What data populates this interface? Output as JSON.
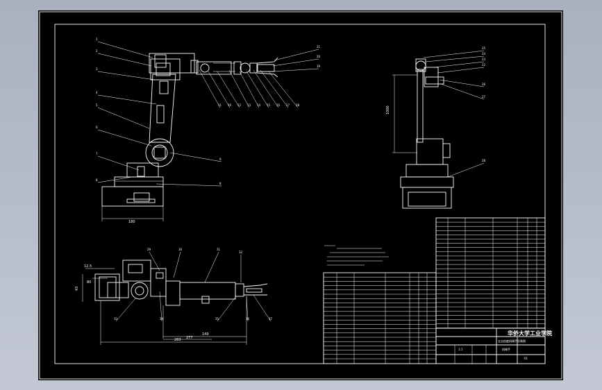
{
  "dimensions": {
    "front_base_width": "180",
    "side_height": "1000",
    "top_height": "12.5",
    "top_width": "43",
    "top_short": "80",
    "top_mid": "277",
    "top_long": "149",
    "top_total": "283"
  },
  "balloons": {
    "front_left": [
      "1",
      "2",
      "3",
      "4",
      "5",
      "6",
      "7",
      "8"
    ],
    "front_bottom": [
      "11",
      "10",
      "12",
      "13",
      "14",
      "15",
      "16",
      "17",
      "18"
    ],
    "front_right": [
      "21",
      "20",
      "19",
      "9"
    ],
    "side_right": [
      "25",
      "24",
      "23",
      "22",
      "26",
      "27",
      "28"
    ],
    "top_upper": [
      "29",
      "30",
      "31",
      "32"
    ],
    "top_lower": [
      "33",
      "34",
      "35",
      "36",
      "37"
    ]
  },
  "title_block": {
    "school": "华侨大学工业学院",
    "drawing_name": "五自由度机械手总装图",
    "sub_name": "机械手",
    "scale": "1:1",
    "sheet": "01"
  },
  "colors": {
    "sheet": "#000000",
    "line": "#ffffff",
    "background": "#b4bac8"
  }
}
